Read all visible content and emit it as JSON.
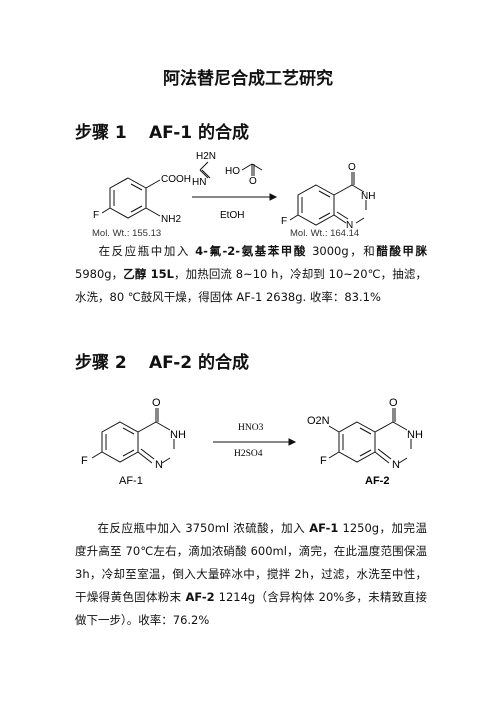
{
  "doc": {
    "title": "阿法替尼合成工艺研究"
  },
  "step1": {
    "heading_num": "步骤 1",
    "heading_text": "AF-1 的合成",
    "scheme": {
      "reagent_formula_h2n": "H2N",
      "reagent_hn": "HN",
      "reagent_ho": "HO",
      "oxygen": "O",
      "cooh": "COOH",
      "nh2": "NH2",
      "f": "F",
      "nh": "NH",
      "n": "N",
      "solvent": "EtOH",
      "mw_start": "Mol. Wt.: 155.13",
      "mw_product": "Mol. Wt.: 164.14"
    },
    "para": {
      "p1": "在反应瓶中加入 ",
      "reagent1": "4-氟-2-氨基苯甲酸",
      "p2": " 3000g，和",
      "reagent2": "醋酸甲脒",
      "p3": "5980g，",
      "solvent": "乙醇 15L",
      "p4": "，加热回流 8~10 h，冷却到 10~20℃，抽滤，水洗，80 ℃鼓风干燥，得固体 AF-1 2638g. 收率：83.1%"
    }
  },
  "step2": {
    "heading_num": "步骤 2",
    "heading_text": "AF-2 的合成",
    "scheme": {
      "oxygen": "O",
      "nh": "NH",
      "n": "N",
      "f": "F",
      "no2": "O2N",
      "reagent_top": "HNO3",
      "reagent_bottom": "H2SO4",
      "label_start": "AF-1",
      "label_product": "AF-2"
    },
    "para": {
      "p1": "在反应瓶中加入 3750ml 浓硫酸，加入 ",
      "reagent1": "AF-1",
      "p2": " 1250g，加完温度升高至 70℃左右，滴加浓硝酸 600ml，滴完，在此温度范围保温 3h，冷却至室温，倒入大量碎冰中，搅拌 2h，过滤，水洗至中性，干燥得黄色固体粉末 ",
      "reagent2": "AF-2",
      "p3": " 1214g（含异构体 20%多，未精致直接做下一步）。收率：76.2%"
    }
  }
}
